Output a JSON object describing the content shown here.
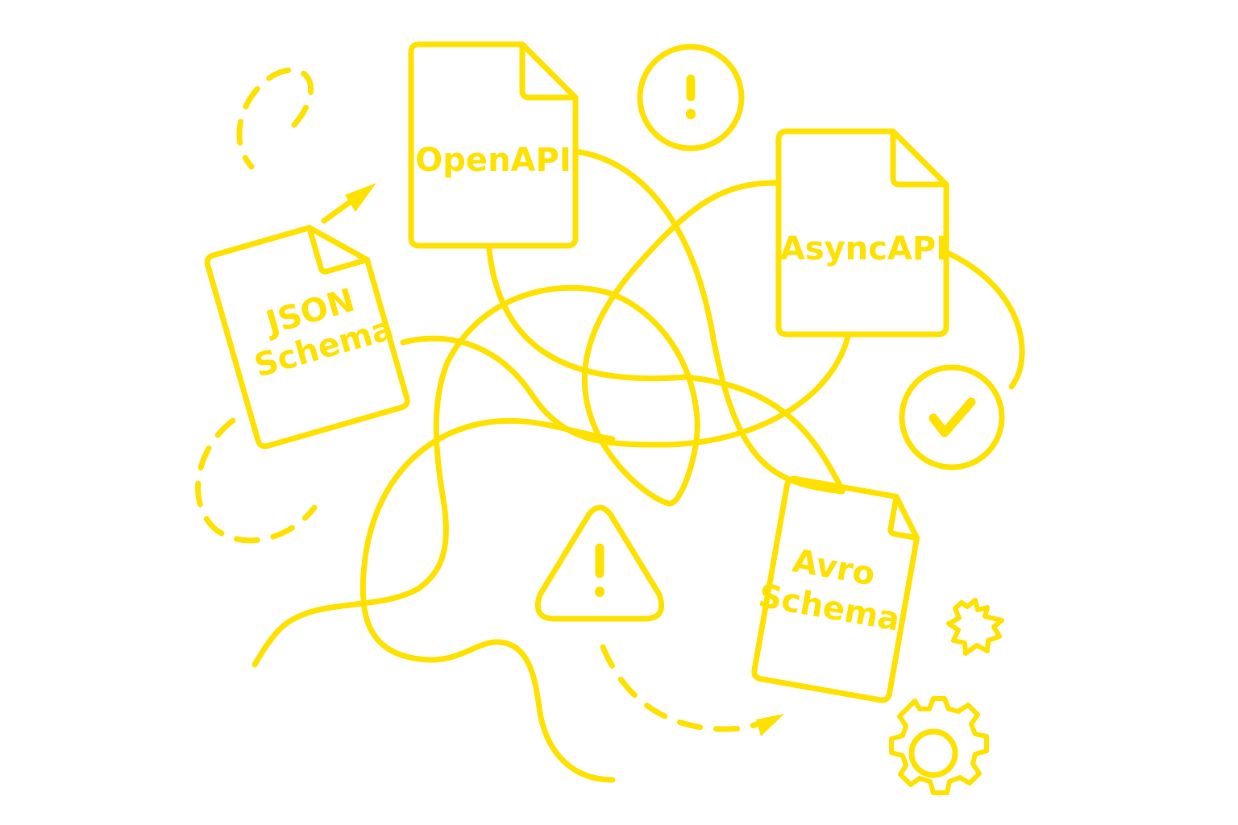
{
  "colors": {
    "accent": "#FFE100",
    "background": "#FFFFFF"
  },
  "documents": {
    "openapi": {
      "label": "OpenAPI"
    },
    "asyncapi": {
      "label": "AsyncAPI"
    },
    "json_schema": {
      "line1": "JSON",
      "line2": "Schema"
    },
    "avro_schema": {
      "line1": "Avro",
      "line2": "Schema"
    }
  },
  "icons": [
    "exclamation-circle-icon",
    "check-circle-icon",
    "warning-triangle-icon",
    "gear-icon",
    "small-gear-icon",
    "arrow-icon"
  ]
}
